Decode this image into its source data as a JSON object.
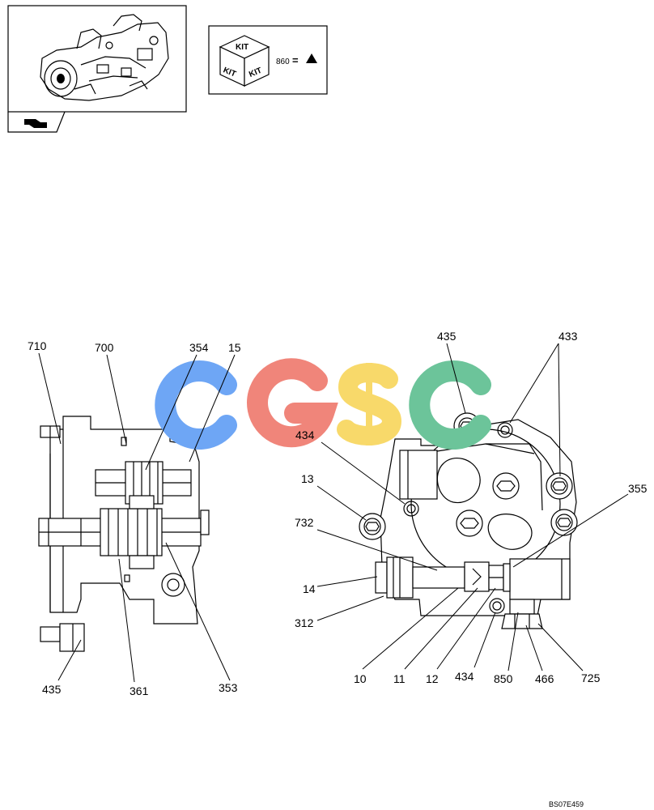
{
  "kit_box": {
    "kit_word": "KIT",
    "kit_ref": "860",
    "equals": "="
  },
  "watermark": {
    "letters": [
      "C",
      "G",
      "S",
      "C"
    ],
    "colors": [
      "#6ea6f5",
      "#f0857a",
      "#f8d96a",
      "#6cc49a"
    ]
  },
  "drawing_code": "BS07E459",
  "callouts": {
    "c710": "710",
    "c700": "700",
    "c354": "354",
    "c15": "15",
    "c435_left": "435",
    "c361": "361",
    "c353": "353",
    "c435_top": "435",
    "c433": "433",
    "c434_upper": "434",
    "c13": "13",
    "c355": "355",
    "c732": "732",
    "c14": "14",
    "c312": "312",
    "c10": "10",
    "c11": "11",
    "c12": "12",
    "c434_lower": "434",
    "c850": "850",
    "c466": "466",
    "c725": "725"
  }
}
